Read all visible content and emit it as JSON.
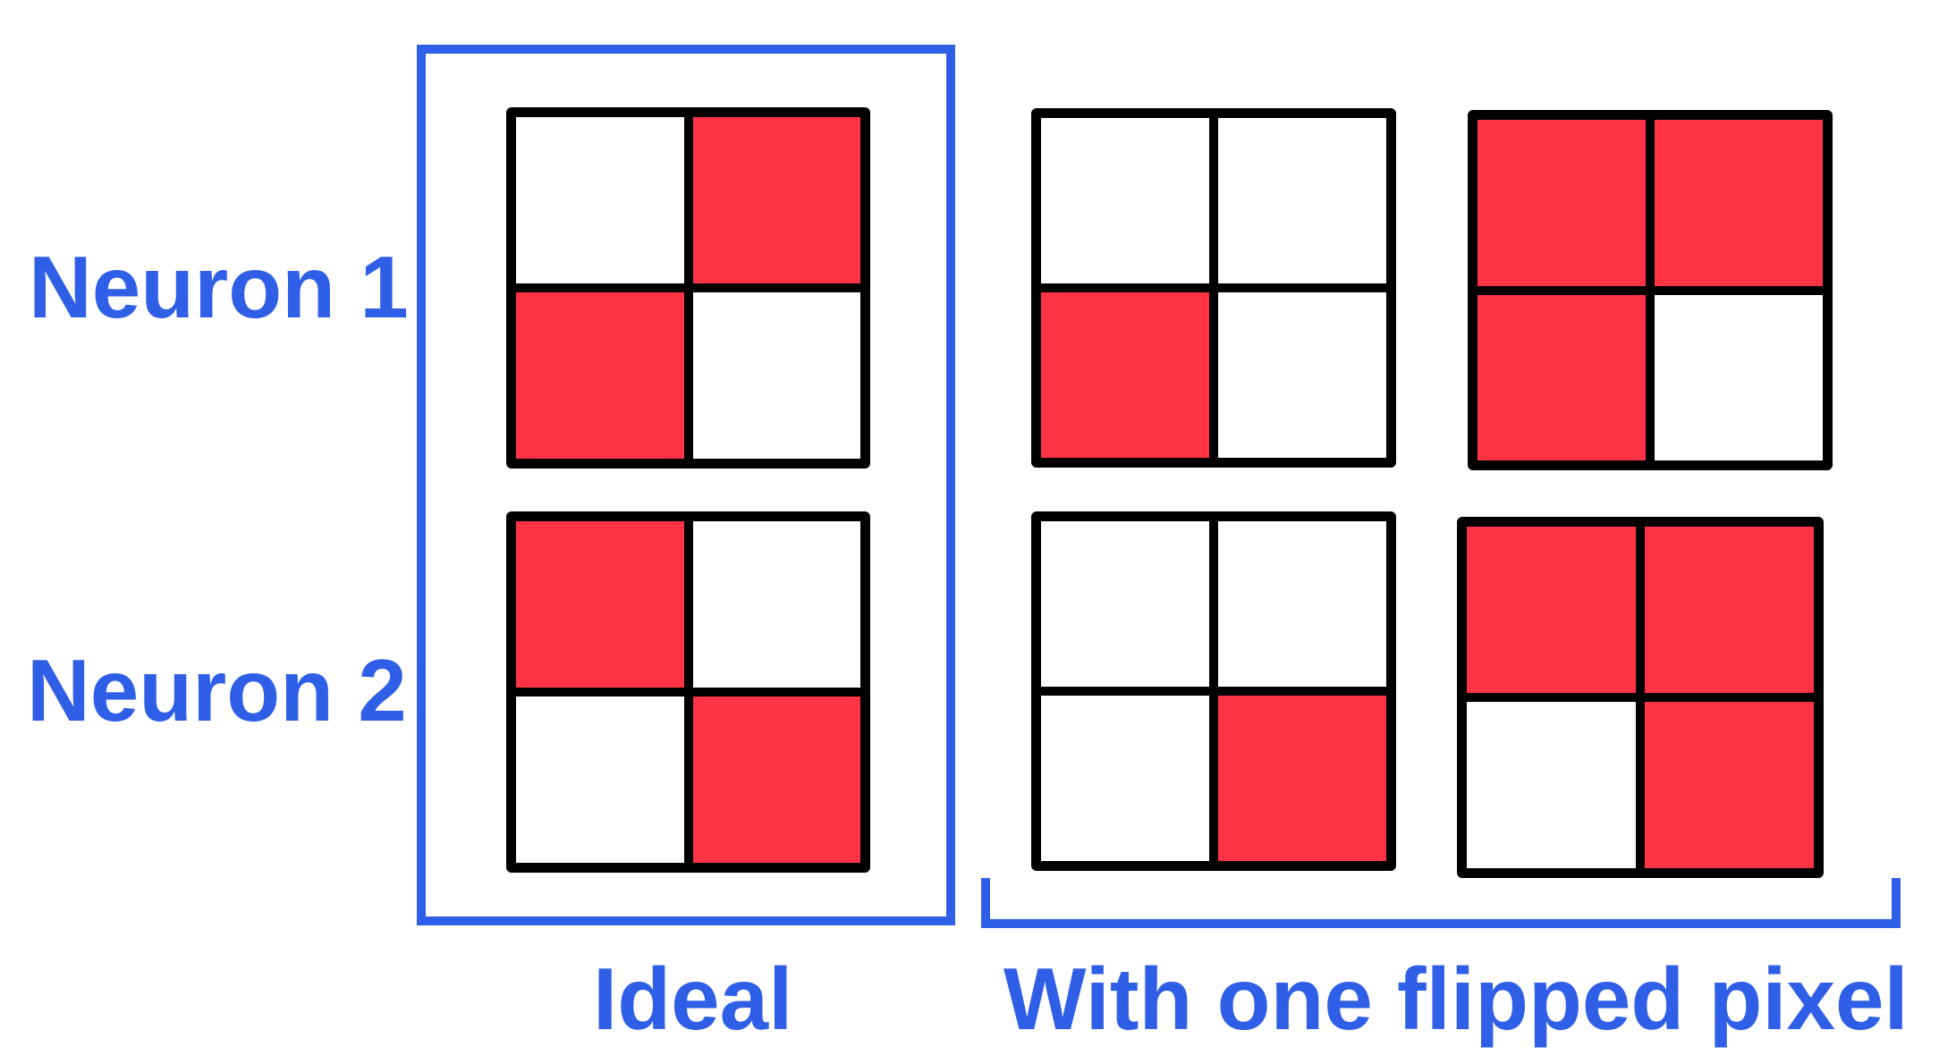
{
  "labels": {
    "row_1": "Neuron 1",
    "row_2": "Neuron 2",
    "ideal": "Ideal",
    "flipped": "With one flipped pixel"
  },
  "colors": {
    "accent": "#2f5fe6",
    "active_pixel": "#ff3344",
    "inactive_pixel": "#ffffff",
    "grid_line": "#000000"
  },
  "grids": [
    {
      "id": "grid-neuron1-ideal",
      "neuron": 1,
      "group": "ideal",
      "pixels": [
        [
          0,
          1
        ],
        [
          1,
          0
        ]
      ]
    },
    {
      "id": "grid-neuron1-flipped-a",
      "neuron": 1,
      "group": "flipped",
      "pixels": [
        [
          0,
          0
        ],
        [
          1,
          0
        ]
      ]
    },
    {
      "id": "grid-neuron1-flipped-b",
      "neuron": 1,
      "group": "flipped",
      "pixels": [
        [
          1,
          1
        ],
        [
          1,
          0
        ]
      ]
    },
    {
      "id": "grid-neuron2-ideal",
      "neuron": 2,
      "group": "ideal",
      "pixels": [
        [
          1,
          0
        ],
        [
          0,
          1
        ]
      ]
    },
    {
      "id": "grid-neuron2-flipped-a",
      "neuron": 2,
      "group": "flipped",
      "pixels": [
        [
          0,
          0
        ],
        [
          0,
          1
        ]
      ]
    },
    {
      "id": "grid-neuron2-flipped-b",
      "neuron": 2,
      "group": "flipped",
      "pixels": [
        [
          1,
          1
        ],
        [
          0,
          1
        ]
      ]
    }
  ]
}
